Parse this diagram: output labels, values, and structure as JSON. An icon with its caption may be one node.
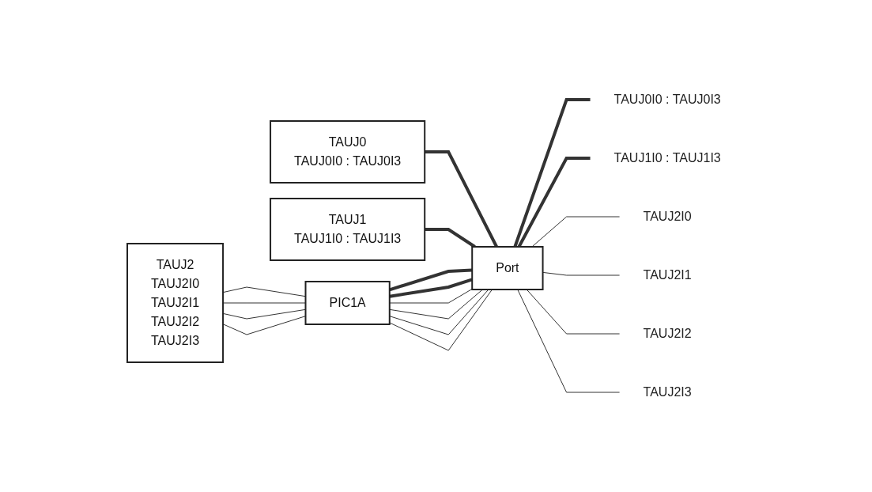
{
  "diagram": {
    "nodes": [
      {
        "text": [
          "TAUJ0",
          "TAUJ0I0 : TAUJ0I3"
        ]
      },
      {
        "text": [
          "TAUJ1",
          "TAUJ1I0 : TAUJ1I3"
        ]
      },
      {
        "text": [
          "TAUJ2",
          "TAUJ2I0",
          "TAUJ2I1",
          "TAUJ2I2",
          "TAUJ2I3"
        ]
      },
      {
        "text": [
          "PIC1A"
        ]
      },
      {
        "text": [
          "Port"
        ]
      },
      {
        "text": [
          "TAUJ0I0 : TAUJ0I3"
        ]
      },
      {
        "text": [
          "TAUJ1I0 : TAUJ1I3"
        ]
      },
      {
        "text": [
          "TAUJ2I0"
        ]
      },
      {
        "text": [
          "TAUJ2I1"
        ]
      },
      {
        "text": [
          "TAUJ2I2"
        ]
      },
      {
        "text": [
          "TAUJ2I3"
        ]
      }
    ],
    "edges": [
      {
        "from": 0,
        "to": 4,
        "arrow": "none",
        "style": "thick"
      },
      {
        "from": 3,
        "to": 4,
        "arrow": "none",
        "style": "thick"
      },
      {
        "from": 1,
        "to": 4,
        "arrow": "none",
        "style": "thick"
      },
      {
        "from": 3,
        "to": 4,
        "arrow": "none",
        "style": "thick"
      },
      {
        "from": 2,
        "to": 3,
        "arrow": "none"
      },
      {
        "from": 2,
        "to": 3,
        "arrow": "none"
      },
      {
        "from": 2,
        "to": 3,
        "arrow": "none"
      },
      {
        "from": 2,
        "to": 3,
        "arrow": "none"
      },
      {
        "from": 3,
        "to": 4,
        "arrow": "none"
      },
      {
        "from": 3,
        "to": 4,
        "arrow": "none"
      },
      {
        "from": 3,
        "to": 4,
        "arrow": "none"
      },
      {
        "from": 3,
        "to": 4,
        "arrow": "none"
      },
      {
        "from": 4,
        "to": 5,
        "arrow": "none",
        "style": "thick"
      },
      {
        "from": 4,
        "to": 6,
        "arrow": "none",
        "style": "thick"
      },
      {
        "from": 4,
        "to": 7,
        "arrow": "none"
      },
      {
        "from": 4,
        "to": 8,
        "arrow": "none"
      },
      {
        "from": 4,
        "to": 9,
        "arrow": "none"
      },
      {
        "from": 4,
        "to": 10,
        "arrow": "none"
      }
    ]
  }
}
